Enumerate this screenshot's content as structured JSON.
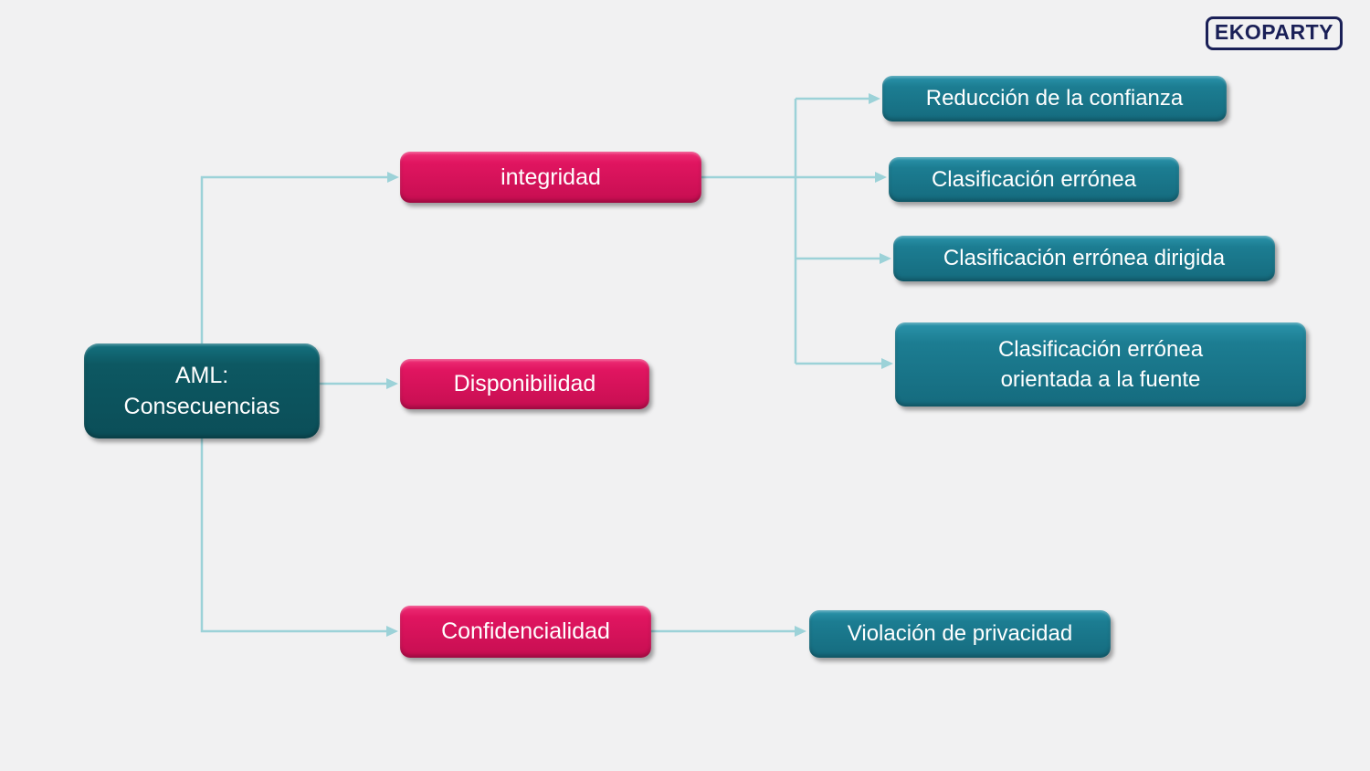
{
  "logo": {
    "text": "EKOPARTY"
  },
  "diagram": {
    "root": {
      "label": "AML:\nConsecuencias"
    },
    "level1": [
      {
        "id": "integridad",
        "label": "integridad"
      },
      {
        "id": "disponibilidad",
        "label": "Disponibilidad"
      },
      {
        "id": "confidencialidad",
        "label": "Confidencialidad"
      }
    ],
    "level2": [
      {
        "id": "reduccion-confianza",
        "parent": "integridad",
        "label": "Reducción de la confianza"
      },
      {
        "id": "clasificacion-erronea",
        "parent": "integridad",
        "label": "Clasificación errónea"
      },
      {
        "id": "clasificacion-erronea-dirigida",
        "parent": "integridad",
        "label": "Clasificación errónea dirigida"
      },
      {
        "id": "clasificacion-erronea-fuente",
        "parent": "integridad",
        "label": "Clasificación errónea\norientada a la fuente"
      },
      {
        "id": "violacion-privacidad",
        "parent": "confidencialidad",
        "label": "Violación de privacidad"
      }
    ]
  },
  "colors": {
    "background": "#F1F1F2",
    "root_node": "#0D5862",
    "pink_node": "#E01560",
    "teal_node": "#1C7D92",
    "connector": "#9CD2D8",
    "node_text": "#FFFFFF",
    "logo_navy": "#1A2057"
  }
}
